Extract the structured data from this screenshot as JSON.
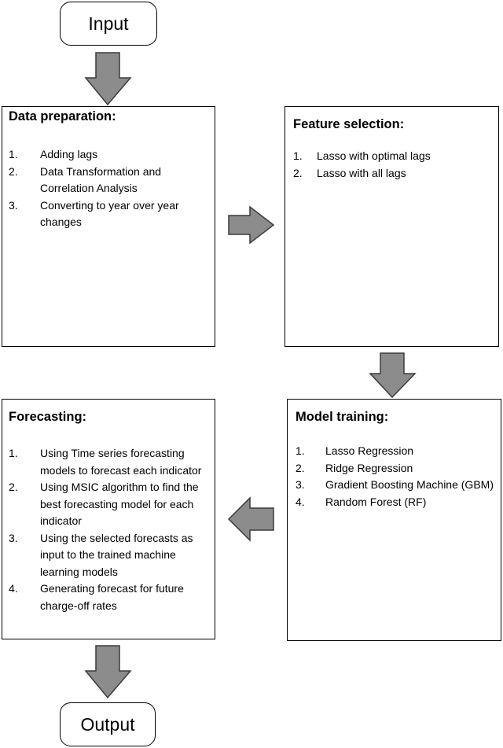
{
  "input": "Input",
  "output": "Output",
  "data_preparation": {
    "title": "Data preparation:",
    "items": [
      {
        "num": "1.",
        "text": "Adding lags"
      },
      {
        "num": "2.",
        "text": "Data Transformation and Correlation Analysis"
      },
      {
        "num": "3.",
        "text": "Converting to year over year changes"
      }
    ]
  },
  "feature_selection": {
    "title": "Feature selection:",
    "items": [
      {
        "num": "1.",
        "text": "Lasso with optimal lags"
      },
      {
        "num": "2.",
        "text": "Lasso with all lags"
      }
    ]
  },
  "model_training": {
    "title": "Model training:",
    "items": [
      {
        "num": "1.",
        "text": "Lasso Regression"
      },
      {
        "num": "2.",
        "text": "Ridge Regression"
      },
      {
        "num": "3.",
        "text": "Gradient Boosting Machine (GBM)"
      },
      {
        "num": "4.",
        "text": "Random Forest (RF)"
      }
    ]
  },
  "forecasting": {
    "title": "Forecasting:",
    "items": [
      {
        "num": "1.",
        "text": "Using Time series forecasting models to forecast each indicator"
      },
      {
        "num": "2.",
        "text": "Using MSIC algorithm to find the best forecasting model for each indicator"
      },
      {
        "num": "3.",
        "text": "Using the selected forecasts as input to the trained machine learning models"
      },
      {
        "num": "4.",
        "text": "Generating forecast for future charge-off rates"
      }
    ]
  },
  "colors": {
    "arrow_fill": "#8c8c8c",
    "arrow_stroke": "#3b3b3b"
  }
}
